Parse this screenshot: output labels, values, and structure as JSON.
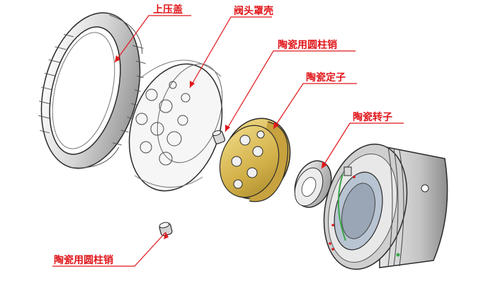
{
  "diagram": {
    "labels": {
      "upper_cap": "上压盖",
      "valve_head_cover": "阀头罩壳",
      "ceramic_pin_top": "陶瓷用圆柱销",
      "ceramic_stator": "陶瓷定子",
      "ceramic_rotor": "陶瓷转子",
      "ceramic_pin_bottom": "陶瓷用圆柱销"
    },
    "colors": {
      "callout": "#e0161b",
      "stator_gold": "#d2b048",
      "metal_grey": "#b8b8b8",
      "outline": "#2a2a2a"
    }
  }
}
